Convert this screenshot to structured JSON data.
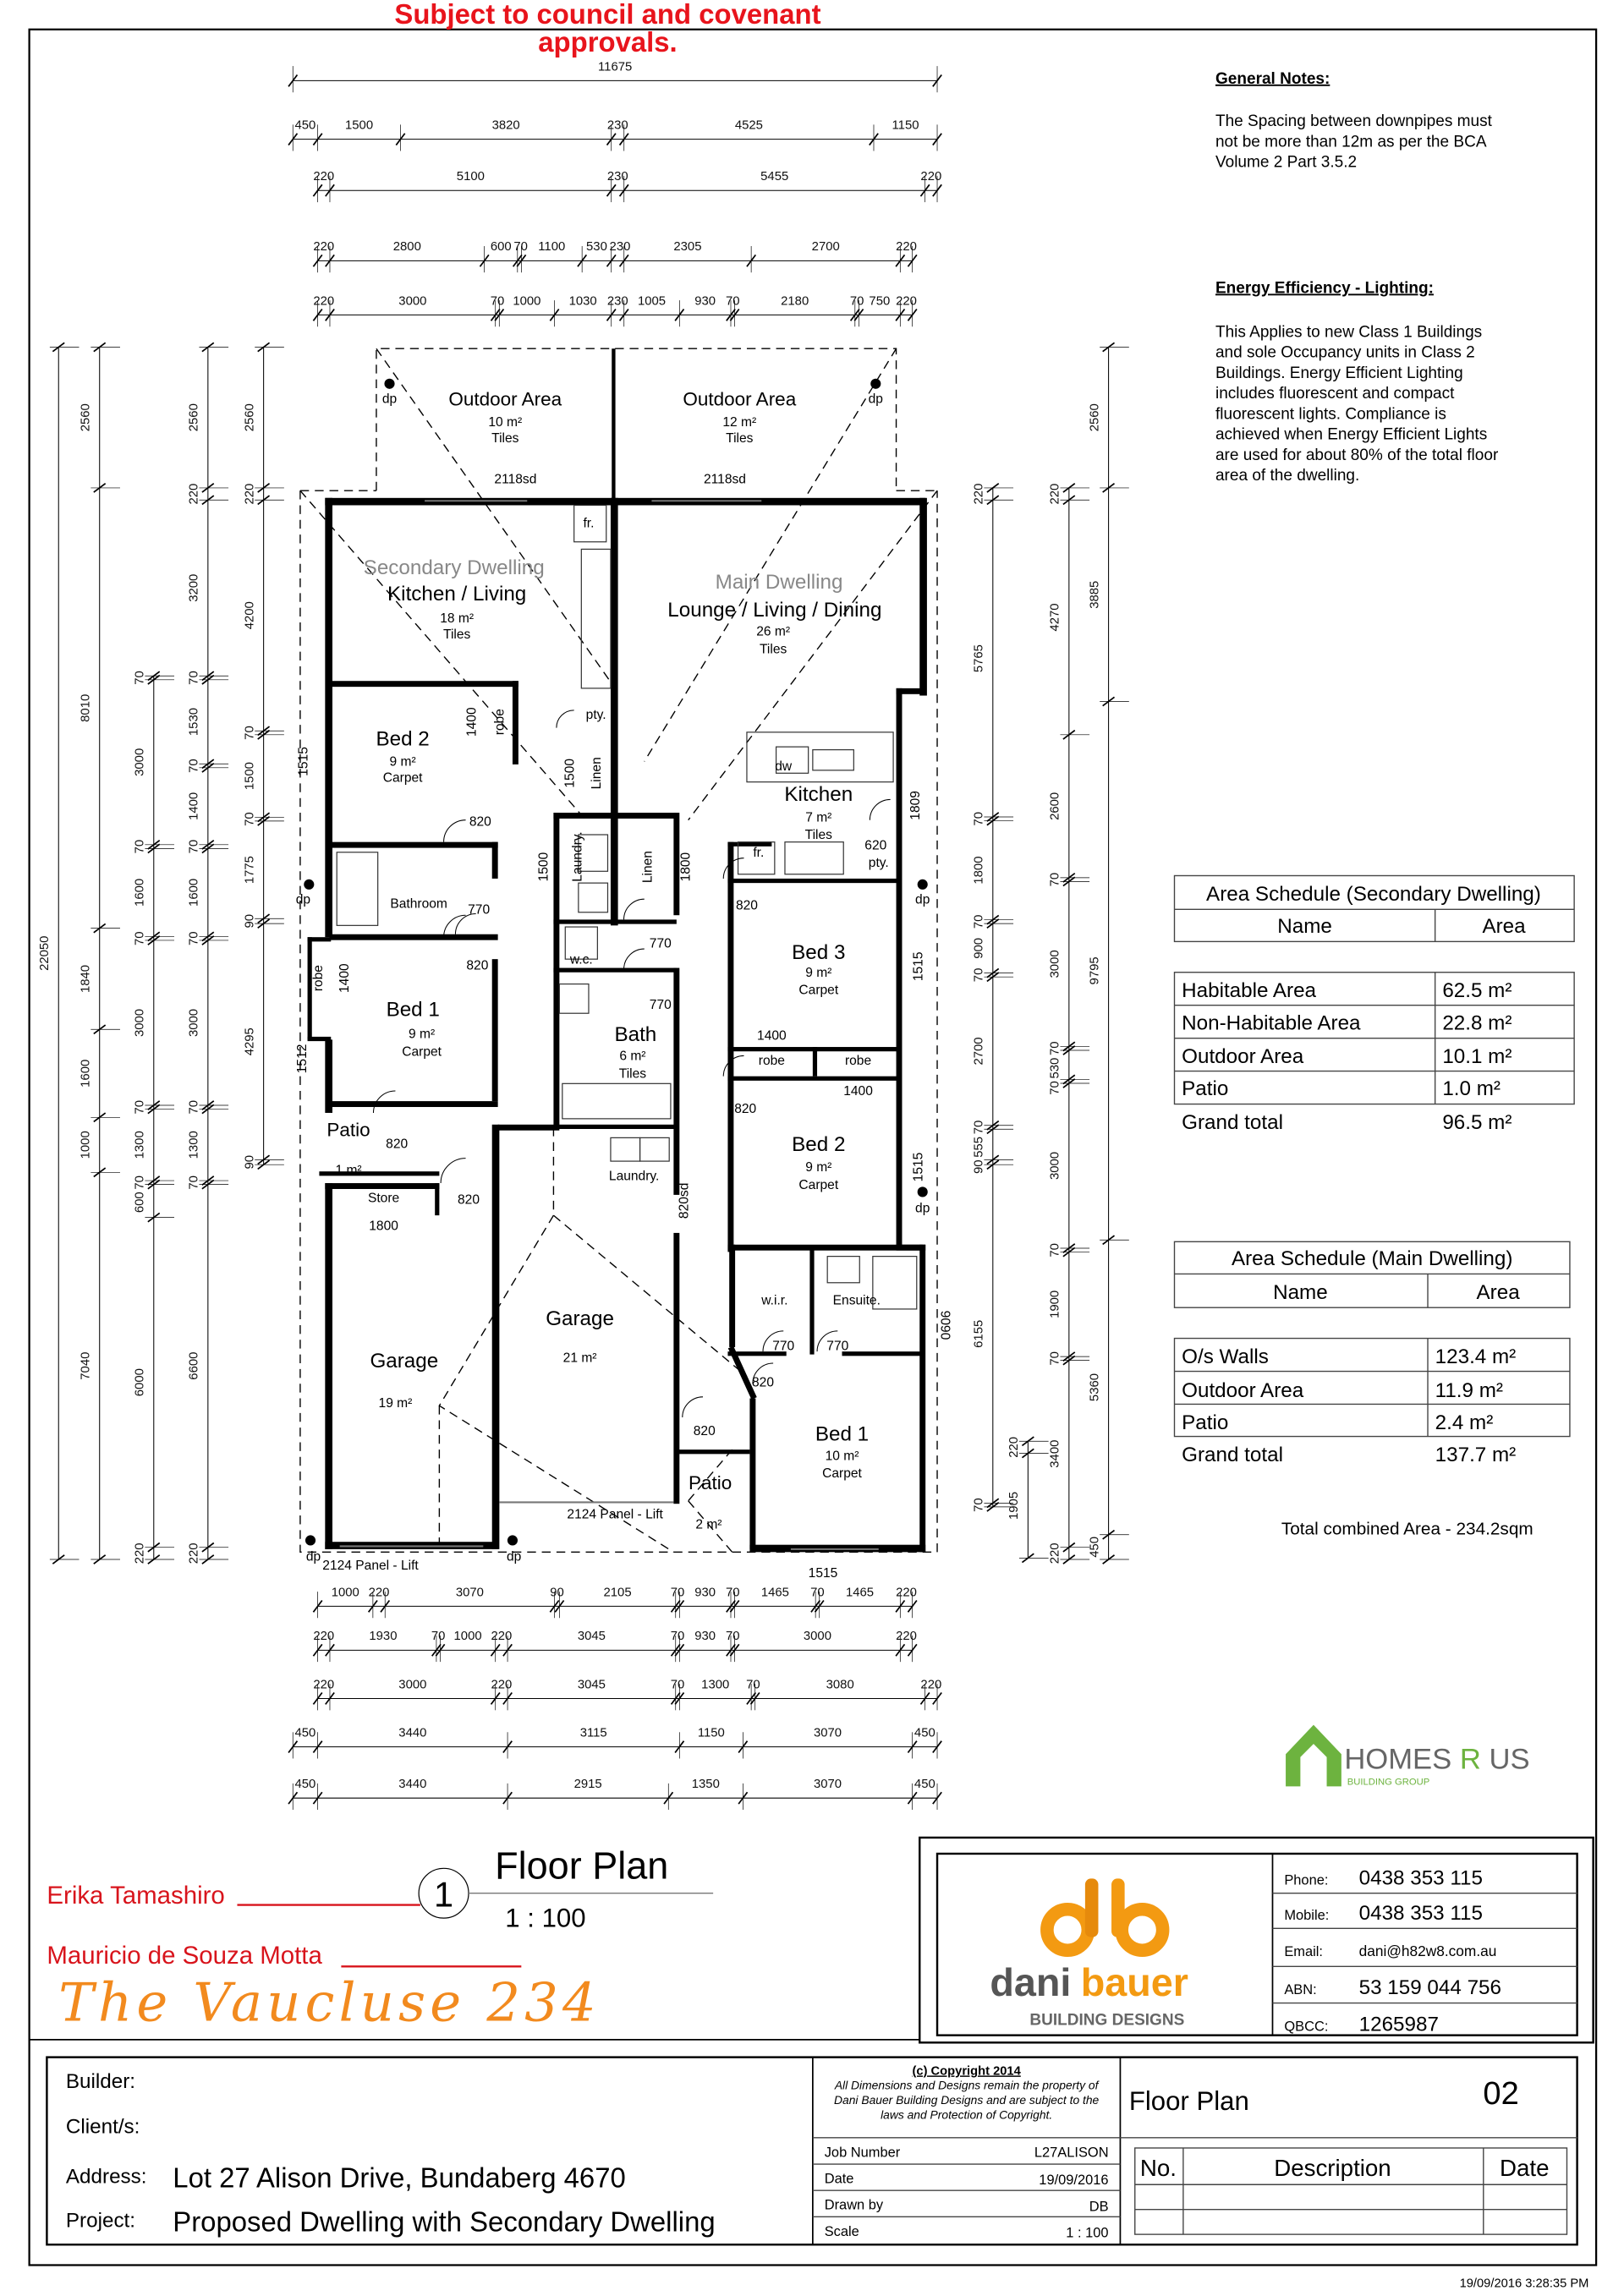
{
  "approval_note": [
    "Subject to council  and covenant",
    "approvals."
  ],
  "general_notes": {
    "title": "General Notes:",
    "lines": [
      "The Spacing between downpipes must",
      "not be more than 12m as per the BCA",
      "Volume 2 Part 3.5.2"
    ]
  },
  "energy": {
    "title": "Energy Efficiency - Lighting:",
    "lines": [
      "This Applies to new Class 1 Buildings",
      "and sole Occupancy units in Class 2",
      "Buildings. Energy Efficient Lighting",
      "includes fluorescent and compact",
      "fluorescent lights. Compliance is",
      "achieved when Energy Efficient Lights",
      "are used for about 80% of the total floor",
      "area of the dwelling."
    ]
  },
  "dimensions": {
    "top": [
      [
        11675
      ],
      [
        450,
        1500,
        3820,
        230,
        4525,
        1150
      ],
      [
        220,
        5100,
        230,
        5455,
        220
      ],
      [
        220,
        2800,
        600,
        70,
        1100,
        530,
        230,
        2305,
        2700,
        220
      ],
      [
        220,
        3000,
        70,
        1000,
        1030,
        230,
        1005,
        930,
        70,
        2180,
        70,
        750,
        220
      ]
    ],
    "bottom": [
      [
        1000,
        220,
        3070,
        90,
        2105,
        70,
        930,
        70,
        1465,
        70,
        1465,
        220
      ],
      [
        220,
        1930,
        70,
        1000,
        220,
        3045,
        70,
        930,
        70,
        3000,
        220
      ],
      [
        220,
        3000,
        220,
        3045,
        70,
        1300,
        70,
        3080,
        220
      ],
      [
        450,
        3440,
        3115,
        1150,
        3070,
        450
      ],
      [
        450,
        3440,
        2915,
        1350,
        3070,
        450
      ]
    ],
    "left": [
      [
        22050
      ],
      [
        2560,
        8010,
        1840,
        1600,
        1000,
        7040
      ],
      [
        70,
        3000,
        70,
        1600,
        70,
        3000,
        70,
        1300,
        70,
        600,
        6000,
        220
      ],
      [
        2560,
        220,
        3200,
        70,
        1530,
        70,
        1400,
        70,
        1600,
        70,
        3000,
        70,
        1300,
        70,
        6600,
        220
      ],
      [
        2560,
        220,
        4200,
        70,
        1500,
        70,
        1775,
        90,
        4295,
        90
      ]
    ],
    "right": [
      [
        220,
        5765,
        70,
        1800,
        70,
        900,
        70,
        2700,
        70,
        555,
        90,
        6155,
        70
      ],
      [
        220,
        1905
      ],
      [
        220,
        4270,
        2600,
        70,
        3000,
        70,
        530,
        70,
        3000,
        70,
        1900,
        70,
        3400,
        220
      ],
      [
        2560,
        3885,
        9795,
        5360,
        450
      ]
    ]
  },
  "plan": {
    "labels": [
      "Outdoor Area",
      "10 m²",
      "Tiles",
      "Outdoor Area",
      "12 m²",
      "Tiles",
      "2118sd",
      "2118sd",
      "fr.",
      "Secondary Dwelling",
      "Kitchen / Living",
      "18 m²",
      "Tiles",
      "Main Dwelling",
      "Lounge / Living / Dining",
      "26 m²",
      "Tiles",
      "pty.",
      "Linen",
      "1500",
      "Bed 2",
      "9 m²",
      "Carpet",
      "robe",
      "1400",
      "820",
      "1515",
      "Laundry.",
      "1500",
      "Linen",
      "1800",
      "Bathroom",
      "770",
      "820",
      "robe",
      "1400",
      "Bed 1",
      "9 m²",
      "Carpet",
      "1512",
      "w.c.",
      "770",
      "770",
      "Bath",
      "6 m²",
      "Tiles",
      "Patio",
      "820",
      "1 m²",
      "Store",
      "1800",
      "820",
      "Laundry.",
      "820sd",
      "Garage",
      "19 m²",
      "Garage",
      "21 m²",
      "2124 Panel - Lift",
      "2124 Panel - Lift",
      "Patio",
      "2 m²",
      "820",
      "dw",
      "Kitchen",
      "7 m²",
      "Tiles",
      "fr.",
      "620",
      "pty.",
      "1809",
      "820",
      "Bed 3",
      "9 m²",
      "Carpet",
      "1400",
      "robe",
      "robe",
      "1400",
      "820",
      "Bed 2",
      "9 m²",
      "Carpet",
      "1515",
      "1515",
      "w.i.r.",
      "Ensuite.",
      "770",
      "770",
      "820",
      "0606",
      "Bed 1",
      "10 m²",
      "Carpet",
      "1515",
      "dp",
      "dp",
      "dp",
      "dp",
      "dp",
      "dp",
      "dp"
    ]
  },
  "area_secondary": {
    "title": "Area Schedule (Secondary Dwelling)",
    "headers": [
      "Name",
      "Area"
    ],
    "rows": [
      [
        "Habitable Area",
        "62.5 m²"
      ],
      [
        "Non-Habitable Area",
        "22.8 m²"
      ],
      [
        "Outdoor Area",
        "10.1 m²"
      ],
      [
        "Patio",
        "1.0 m²"
      ]
    ],
    "total": [
      "Grand total",
      "96.5 m²"
    ]
  },
  "area_main": {
    "title": "Area Schedule (Main Dwelling)",
    "headers": [
      "Name",
      "Area"
    ],
    "rows": [
      [
        "O/s Walls",
        "123.4 m²"
      ],
      [
        "Outdoor Area",
        "11.9 m²"
      ],
      [
        "Patio",
        "2.4 m²"
      ]
    ],
    "total": [
      "Grand total",
      "137.7 m²"
    ]
  },
  "total_combined": "Total combined Area - 234.2sqm",
  "homes_logo": {
    "name_a": "HOMES ",
    "name_r": "R",
    "name_b": " US",
    "sub": "BUILDING GROUP"
  },
  "drawing_title": {
    "number": "1",
    "title": "Floor Plan",
    "scale": "1 : 100"
  },
  "signatories": [
    "Erika Tamashiro",
    "Mauricio de Souza Motta"
  ],
  "design_name": "The Vaucluse 234",
  "company": {
    "name_a": "dani",
    "name_b": "bauer",
    "tagline": "BUILDING DESIGNS",
    "contacts": [
      {
        "label": "Phone:",
        "value": "0438 353 115"
      },
      {
        "label": "Mobile:",
        "value": "0438 353 115"
      },
      {
        "label": "Email:",
        "value": "dani@h82w8.com.au"
      },
      {
        "label": "ABN:",
        "value": "53 159 044 756"
      },
      {
        "label": "QBCC:",
        "value": "1265987"
      }
    ]
  },
  "title_block": {
    "builder_label": "Builder:",
    "client_label": "Client/s:",
    "address_label": "Address:",
    "address": "Lot 27 Alison Drive, Bundaberg 4670",
    "project_label": "Project:",
    "project": "Proposed Dwelling with Secondary Dwelling",
    "copyright_title": "(c) Copyright 2014",
    "copyright_lines": [
      "All Dimensions and Designs remain the property of",
      "Dani Bauer Building Designs and are subject to the",
      "laws and Protection of Copyright."
    ],
    "job": [
      [
        "Job Number",
        "L27ALISON"
      ],
      [
        "Date",
        "19/09/2016"
      ],
      [
        "Drawn by",
        "DB"
      ],
      [
        "Scale",
        "1 : 100"
      ]
    ],
    "sheet_title": "Floor Plan",
    "sheet_number": "02",
    "revision_headers": [
      "No.",
      "Description",
      "Date"
    ]
  },
  "timestamp": "19/09/2016 3:28:35 PM",
  "colors": {
    "approval_red": "#e8141c",
    "signature_red": "#d8141c",
    "brand_orange": "#f39a12",
    "design_name_orange": "#f28a1e",
    "homes_green": "#6db33f",
    "logo_grey": "#555555"
  }
}
